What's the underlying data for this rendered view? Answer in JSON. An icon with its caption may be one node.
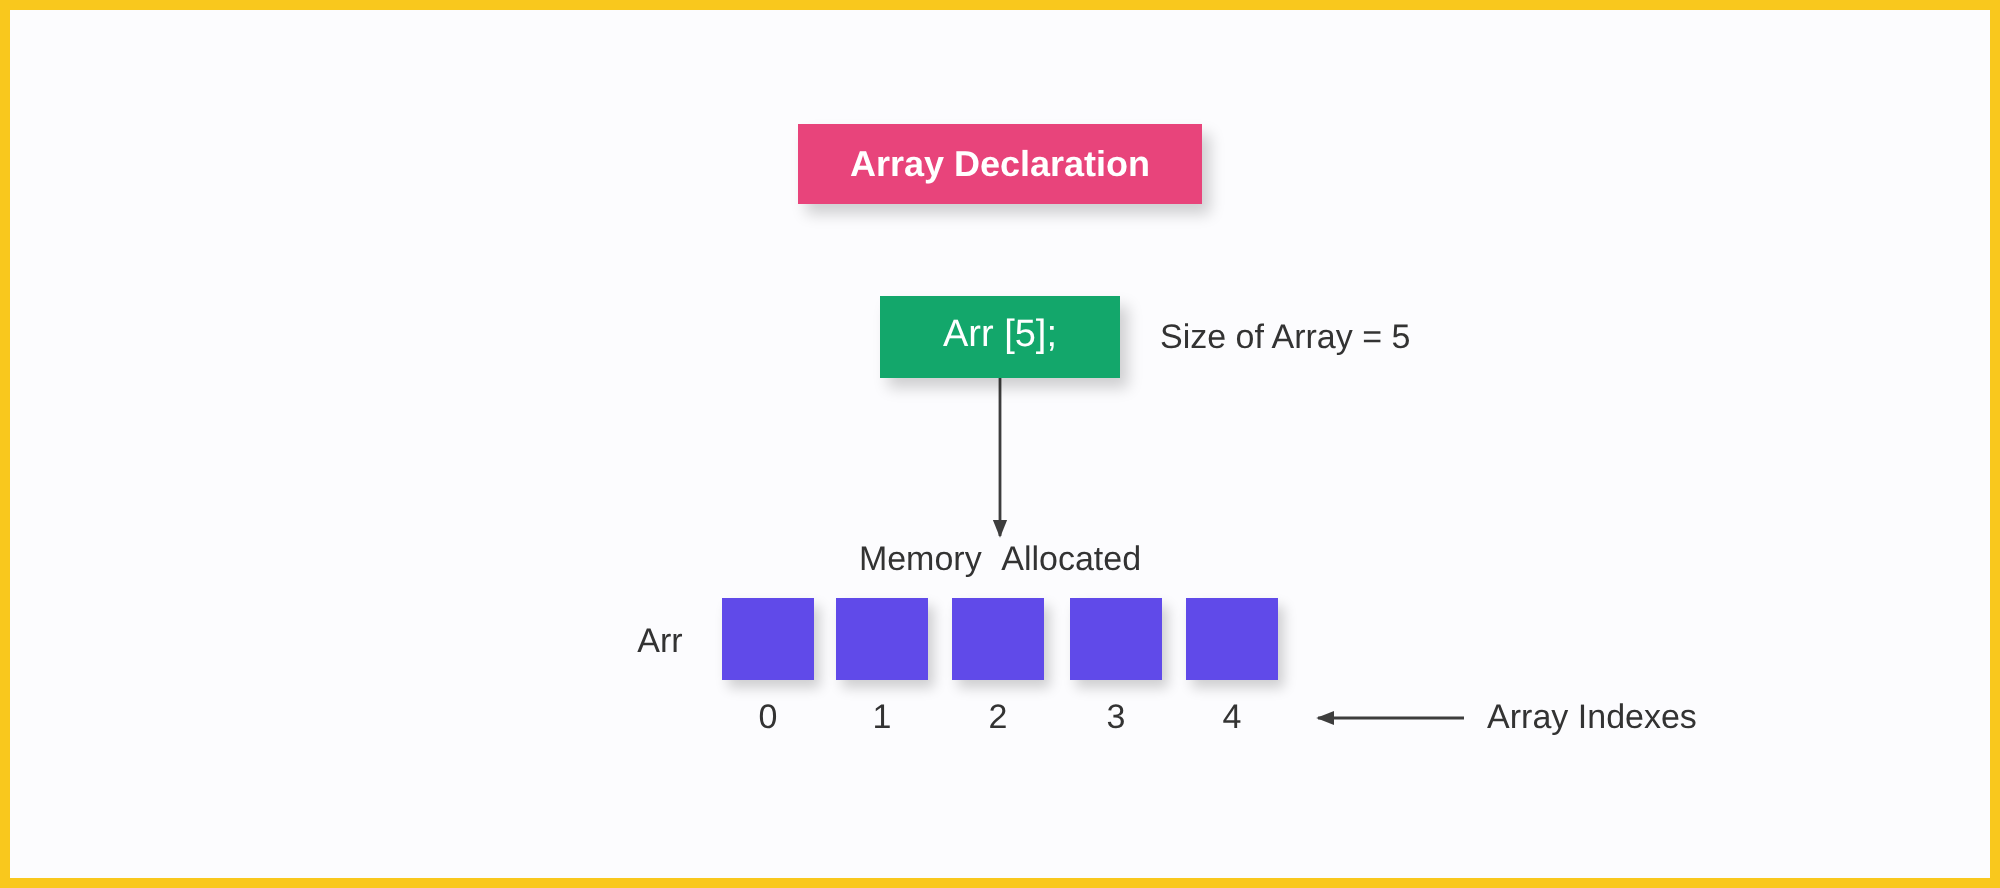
{
  "diagram": {
    "nodes": [
      {
        "text": [
          "Array Declaration"
        ]
      },
      {
        "text": [
          "Arr [5];"
        ],
        "beside": [
          "Size of Array = 5"
        ]
      },
      {
        "text": [
          "Memory Allocated"
        ]
      },
      {
        "text": [],
        "shape": "box",
        "beside": [
          "0"
        ]
      },
      {
        "text": [],
        "shape": "box",
        "beside": [
          "1"
        ]
      },
      {
        "text": [],
        "shape": "box",
        "beside": [
          "2"
        ]
      },
      {
        "text": [],
        "shape": "box",
        "beside": [
          "3"
        ]
      },
      {
        "text": [],
        "shape": "box",
        "beside": [
          "4"
        ]
      },
      {
        "text": [
          "Array Indexes"
        ]
      }
    ],
    "edges": [
      {
        "from": 1,
        "to": 2,
        "arrow": "to"
      },
      {
        "from": 8,
        "to": null,
        "arrow": "to"
      }
    ],
    "labels": [
      "Arr"
    ]
  }
}
